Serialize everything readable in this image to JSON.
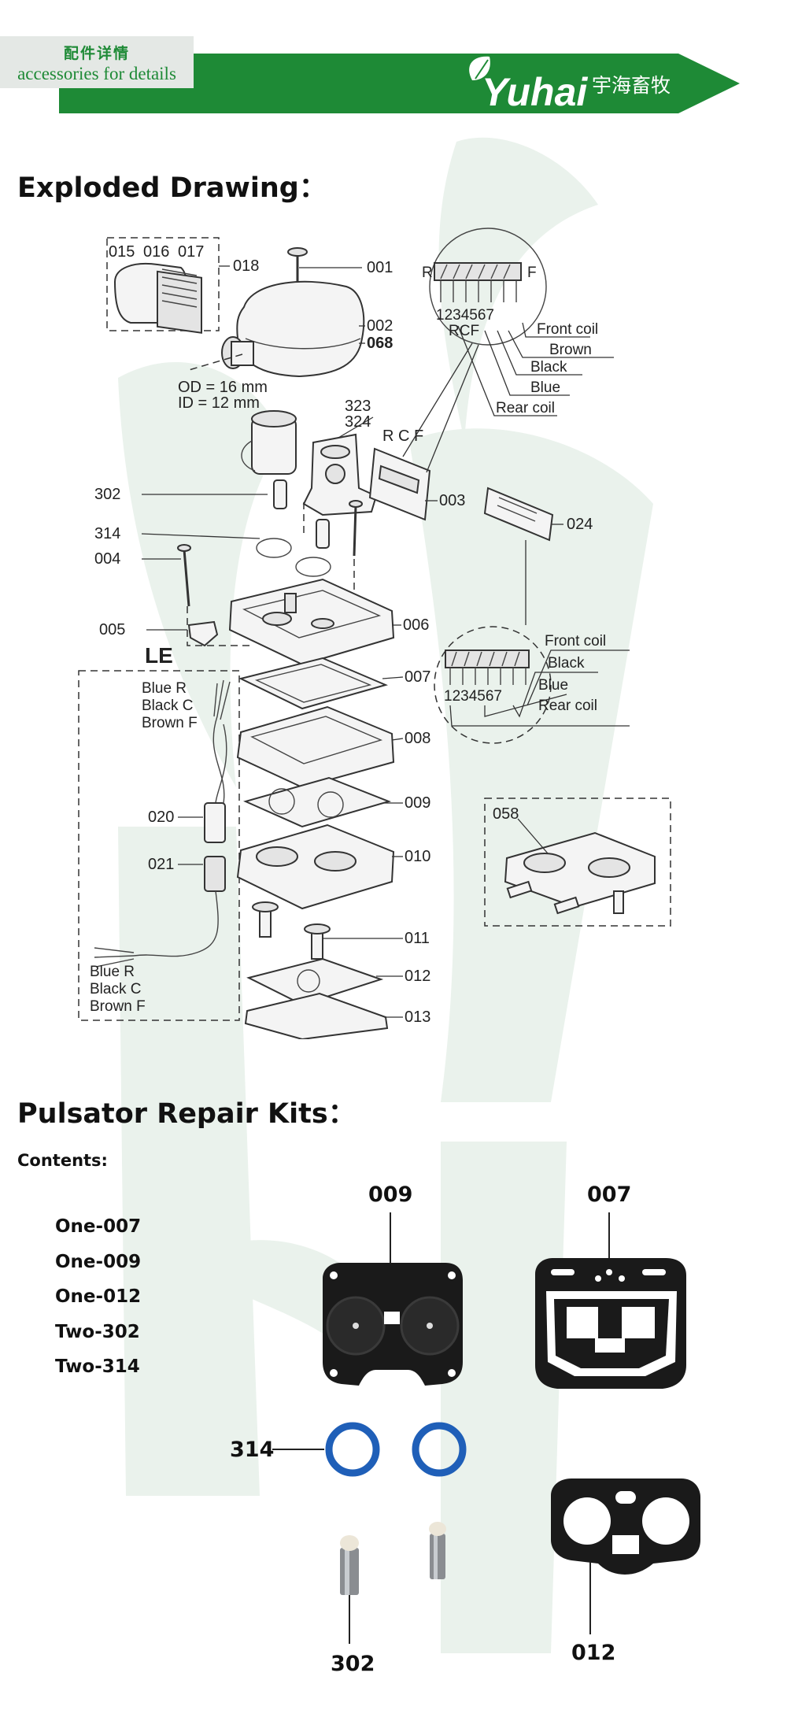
{
  "header": {
    "details_cn": "配件详情",
    "details_en": "accessories for details",
    "brand": "Yuhai",
    "brand_cn": "宇海畜牧",
    "green": "#1e8a36",
    "logo_icon": "leaf-icon"
  },
  "sections": {
    "exploded_title": "Exploded Drawing：",
    "kits_title": "Pulsator Repair Kits："
  },
  "diagram": {
    "labels": {
      "p015": "015",
      "p016": "016",
      "p017": "017",
      "p018": "018",
      "p001": "001",
      "p002": "002",
      "p068": "068",
      "od": "OD = 16 mm",
      "id": "ID = 12 mm",
      "p323": "323",
      "p324": "324",
      "rcf_small": "R C F",
      "p003": "003",
      "p302": "302",
      "p314": "314",
      "p004": "004",
      "p024": "024",
      "p005": "005",
      "p006": "006",
      "le": "LE",
      "p007": "007",
      "p008": "008",
      "p009": "009",
      "p010": "010",
      "p011": "011",
      "p012": "012",
      "p013": "013",
      "p020": "020",
      "p021": "021",
      "p058": "058"
    },
    "wires_top": [
      "Blue R",
      "Black C",
      "Brown F"
    ],
    "wires_bottom": [
      "Blue R",
      "Black C",
      "Brown F"
    ],
    "connector_top": {
      "r": "R",
      "f": "F",
      "pins": "1234567",
      "rcf": "RCF",
      "legend": [
        "Front coil",
        "Brown",
        "Black",
        "Blue",
        "Rear coil"
      ]
    },
    "connector_bottom": {
      "pins": "1234567",
      "legend": [
        "Front coil",
        "Black",
        "Blue",
        "Rear coil"
      ]
    }
  },
  "kits": {
    "contents_label": "Contents:",
    "items": [
      "One-007",
      "One-009",
      "One-012",
      "Two-302",
      "Two-314"
    ],
    "part_labels": {
      "p009": "009",
      "p007": "007",
      "p314": "314",
      "p302": "302",
      "p012": "012"
    },
    "ring_color": "#1f5fb8",
    "gasket_color": "#1a1a1a"
  }
}
